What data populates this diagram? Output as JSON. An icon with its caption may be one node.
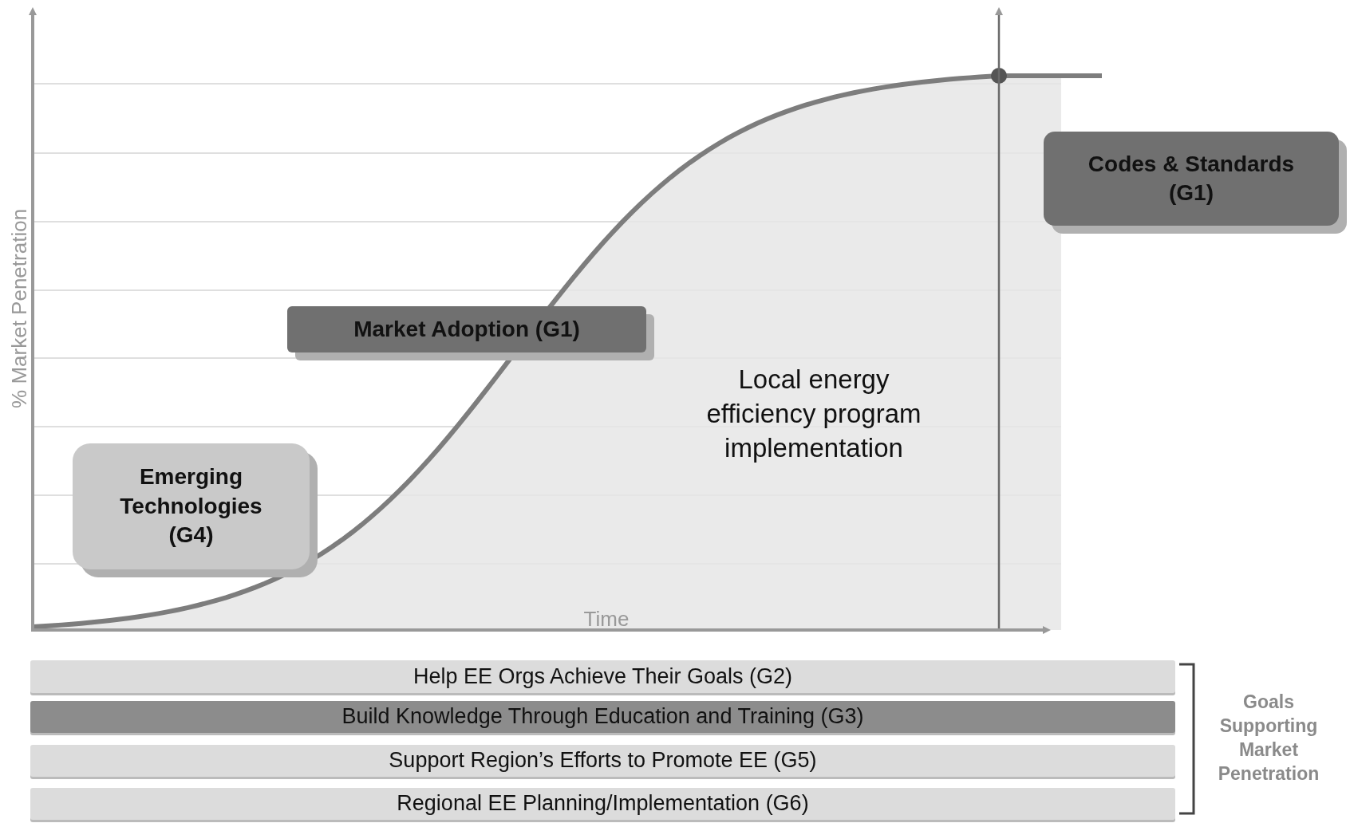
{
  "diagram": {
    "nodes": [
      {
        "text": [
          "Codes & Standards (G1)"
        ]
      },
      {
        "text": [
          "Market Adoption (G1)"
        ]
      },
      {
        "text": [
          "Emerging Technologies (G4)"
        ]
      },
      {
        "text": [
          "Help EE Orgs Achieve Their Goals (G2)"
        ]
      },
      {
        "text": [
          "Build Knowledge Through Education and Training (G3)"
        ]
      },
      {
        "text": [
          "Support Region’s Efforts to Promote EE (G5)"
        ]
      },
      {
        "text": [
          "Regional EE Planning/Implementation (G6)"
        ]
      }
    ],
    "labels": [
      "% Market Penetration",
      "Time",
      "Local energy efficiency program implementation",
      "Goals Supporting Market Penetration"
    ]
  }
}
